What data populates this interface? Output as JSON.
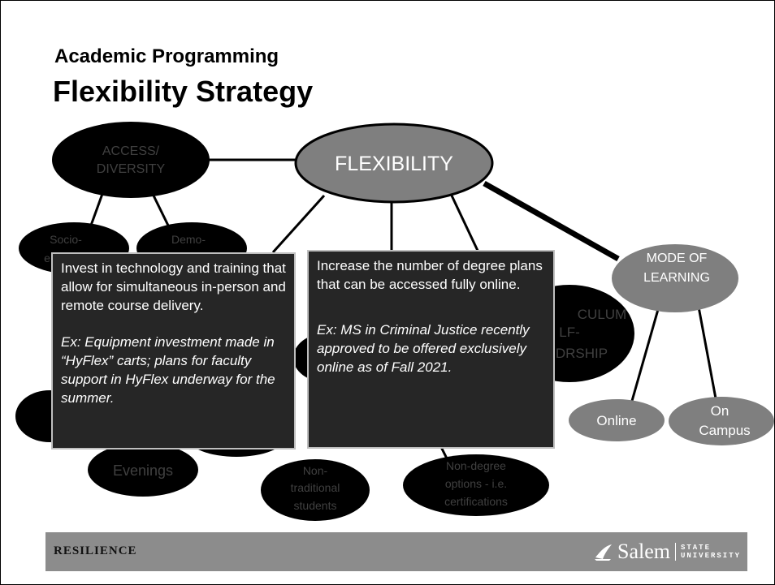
{
  "slide": {
    "title_line1": "Academic Programming",
    "title_line2": "Flexibility Strategy"
  },
  "diagram": {
    "center": "FLEXIBILITY",
    "nodes": {
      "access_line1": "ACCESS/",
      "access_line2": "DIVERSITY",
      "socio": "Socio-",
      "socio_frag": "e",
      "demo": "Demo-",
      "mode_line1": "MODE OF",
      "mode_line2": "LEARNING",
      "online": "Online",
      "on_campus_line1": "On",
      "on_campus_line2": "Campus",
      "curriculum_line1": "CULUM",
      "curriculum_line2": "LF-",
      "curriculum_line3": "DRSHIP",
      "evenings": "Evenings",
      "nontrad_line1": "Non-",
      "nontrad_line2": "traditional",
      "nontrad_line3": "students",
      "nondegree_line1": "Non-degree",
      "nondegree_line2": "options - i.e.",
      "nondegree_line3": "certifications"
    },
    "colors": {
      "dark_node": "#000000",
      "center_node": "#7f7f7f",
      "mode_node": "#7f7f7f",
      "faint_text": "#404040",
      "box_fill": "#262626"
    }
  },
  "callouts": {
    "left": {
      "text": "Invest in technology and training that allow for simultaneous in-person and remote course delivery.",
      "example": "Ex: Equipment investment made in “HyFlex” carts; plans for faculty support in HyFlex underway for the summer."
    },
    "right": {
      "text": "Increase the number of degree plans that can be accessed fully online.",
      "example": "Ex: MS in Criminal Justice recently approved to be offered exclusively online as of Fall 2021."
    }
  },
  "footer": {
    "label": "RESILIENCE",
    "logo_name": "Salem",
    "logo_sub_line1": "STATE",
    "logo_sub_line2": "UNIVERSITY",
    "logo_icon": "salem-sail-logo"
  }
}
